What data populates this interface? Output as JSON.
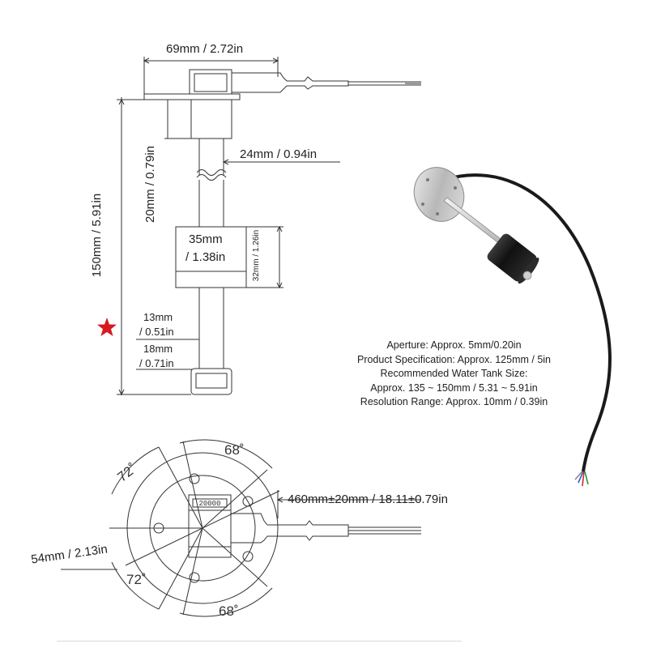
{
  "side_view": {
    "width_label": "69mm / 2.72in",
    "height_label": "150mm / 5.91in",
    "neck_height_label": "20mm / 0.79in",
    "neck_width_label": "24mm / 0.94in",
    "float_width_label_1": "35mm",
    "float_width_label_2": "/ 1.38in",
    "float_height_label": "32mm / 1.26in",
    "stop_a_label_1": "13mm",
    "stop_a_label_2": "/ 0.51in",
    "stop_b_label_1": "18mm",
    "stop_b_label_2": "/ 0.71in"
  },
  "specifications": {
    "aperture": "Aperture: Approx. 5mm/0.20in",
    "product_spec": "Product Specification: Approx. 125mm / 5in",
    "tank_size_heading": "Recommended Water Tank Size:",
    "tank_size_value": "Approx. 135 ~ 150mm / 5.31 ~ 5.91in",
    "resolution": "Resolution Range: Approx. 10mm / 0.39in"
  },
  "top_view": {
    "angle_top": "68˚",
    "angle_bottom": "68˚",
    "angle_upper_left": "72˚",
    "angle_lower_left": "72˚",
    "cable_length_label": "460mm±20mm / 18.11±0.79in",
    "diameter_label": "54mm / 2.13in",
    "block_marking": "20000"
  },
  "colors": {
    "line": "#333333",
    "star": "#d71920",
    "wire": "#1a1a1a",
    "metal": "#c8c8c8"
  },
  "icons": [
    "red-star-icon"
  ]
}
